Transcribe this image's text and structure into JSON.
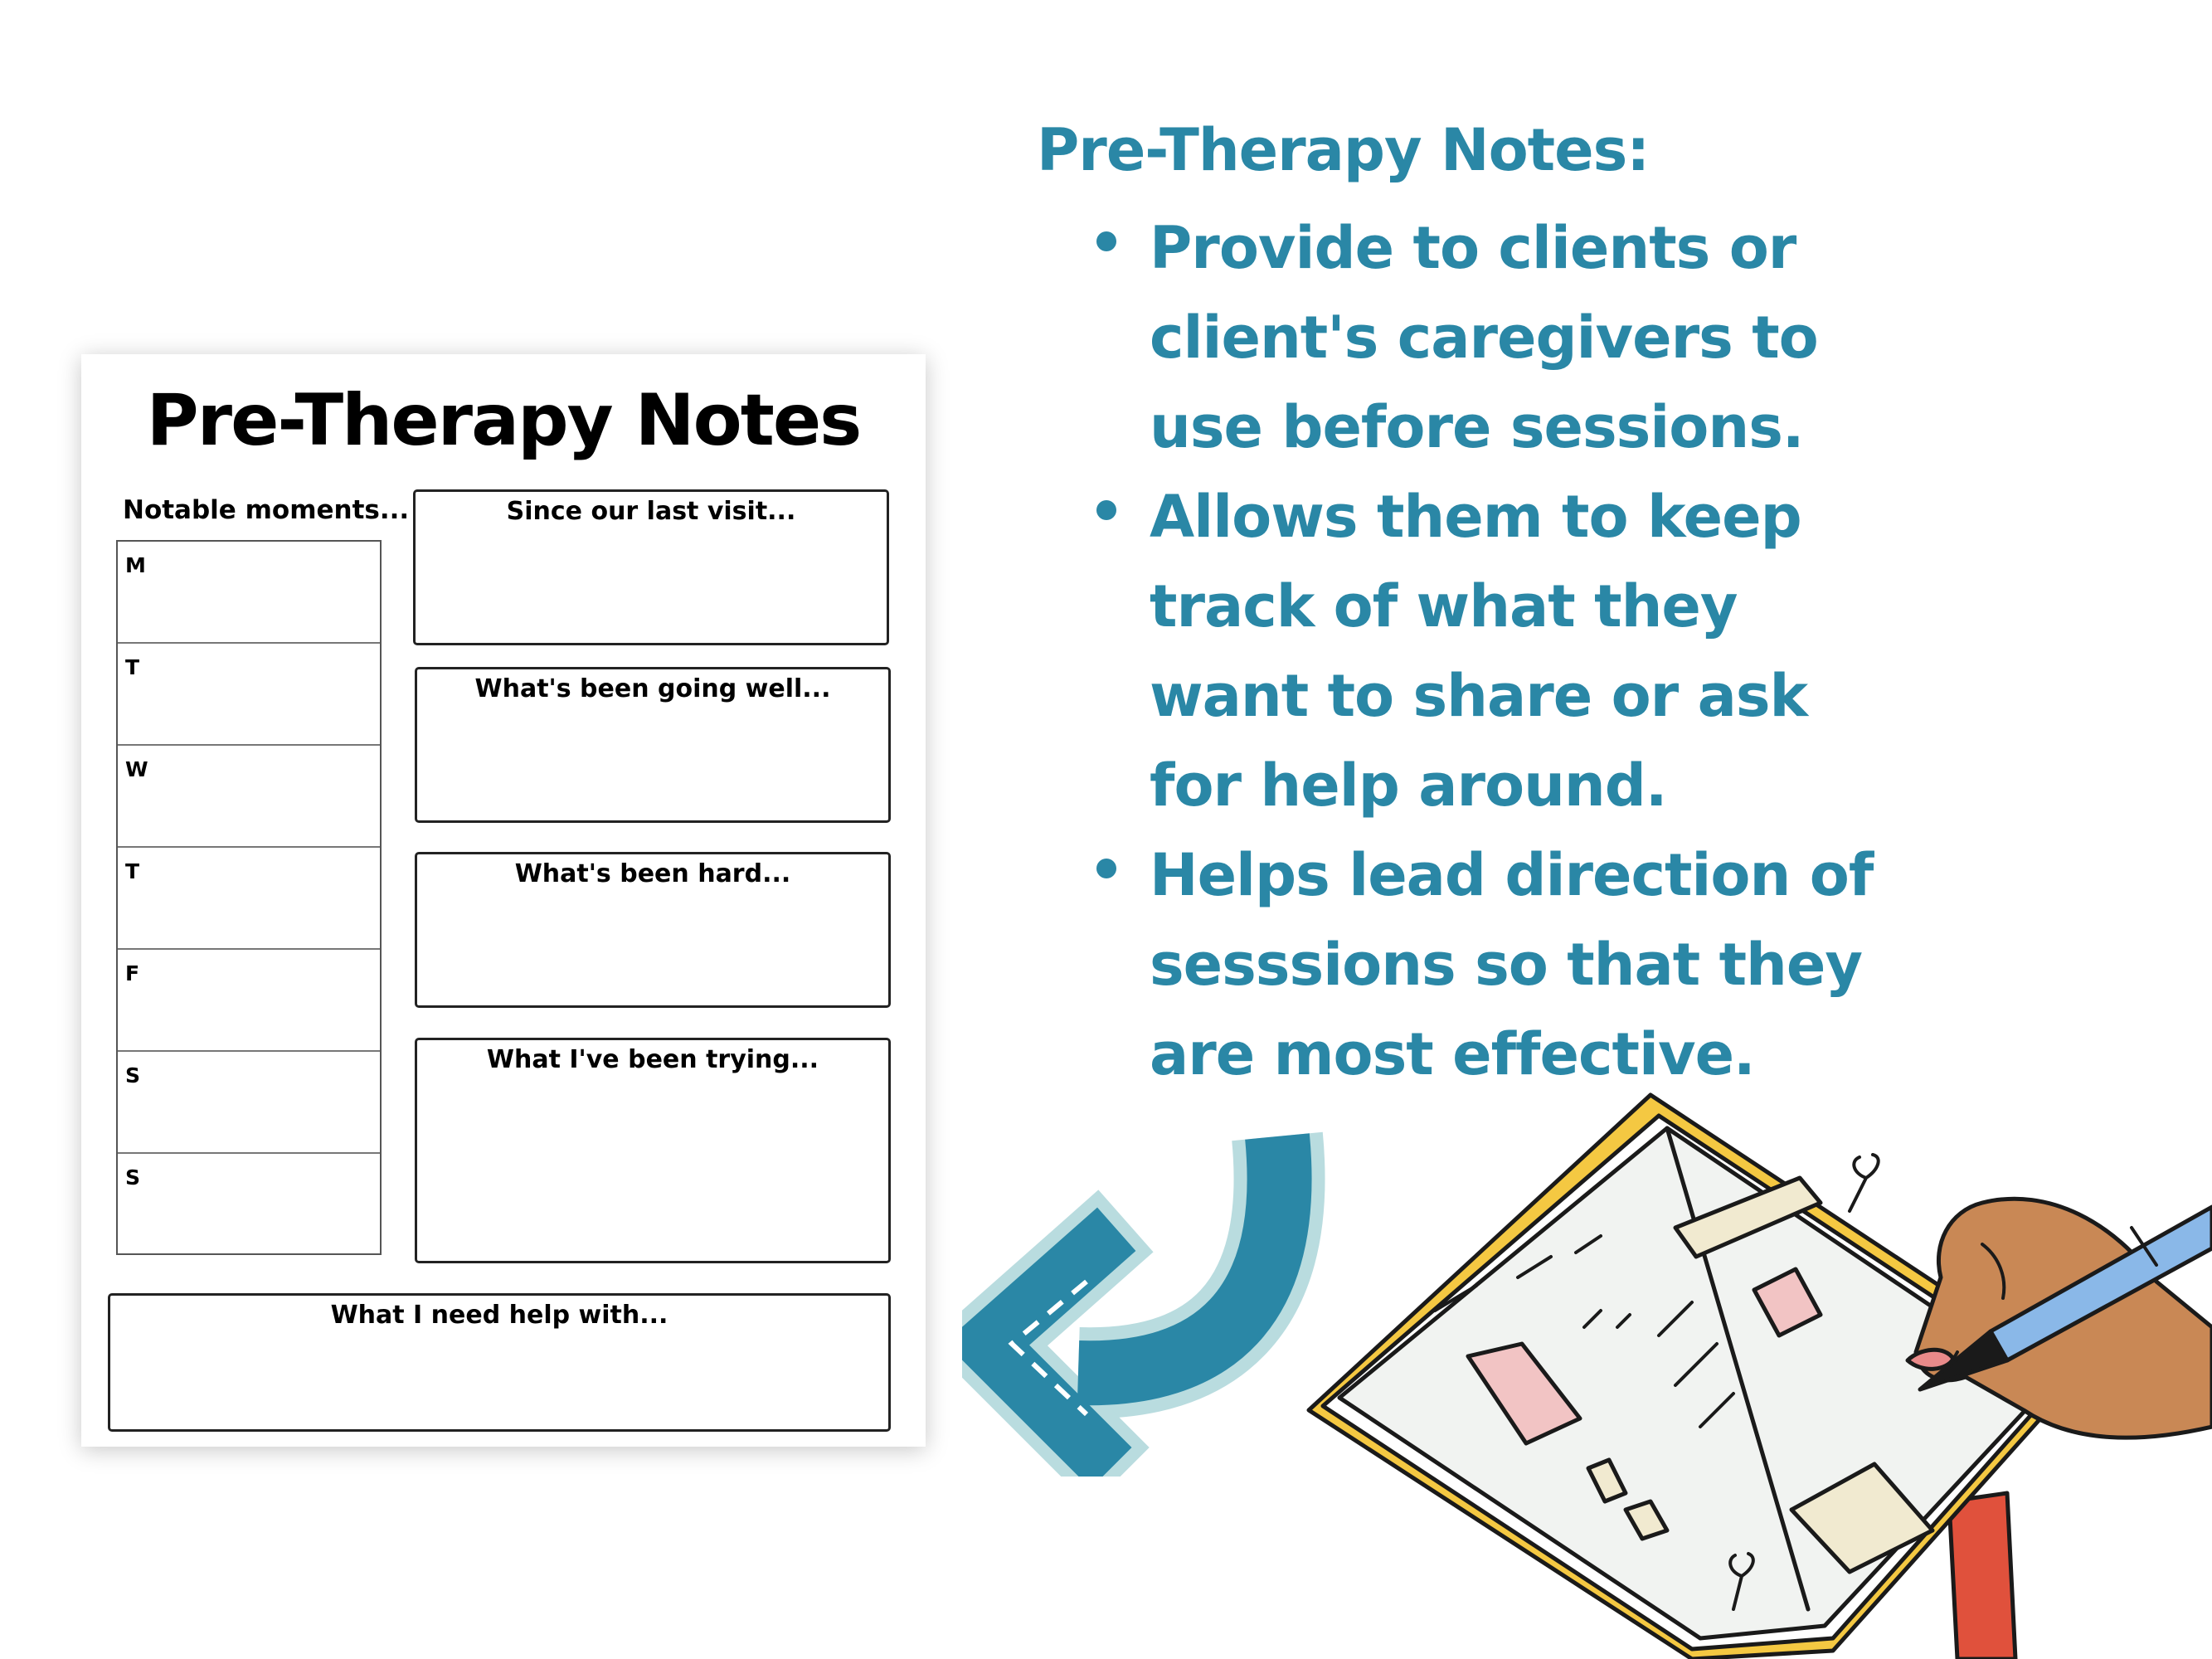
{
  "worksheet": {
    "title": "Pre-Therapy Notes",
    "days_heading": "Notable moments...",
    "days": [
      "M",
      "T",
      "W",
      "T",
      "F",
      "S",
      "S"
    ],
    "boxes": [
      "Since our last visit...",
      "What's been going well...",
      "What's been hard...",
      "What I've been trying..."
    ],
    "bottom_box": "What I need help with..."
  },
  "info": {
    "heading": "Pre-Therapy Notes:",
    "bullets": [
      [
        "Provide to clients or",
        "client's caregivers to",
        "use before sessions."
      ],
      [
        "Allows them to keep",
        "track of what they",
        "want to share or ask",
        "for help around."
      ],
      [
        "Helps lead direction of",
        "sesssions so that they",
        "are most effective."
      ]
    ]
  },
  "colors": {
    "accent": "#2a87a6",
    "arrow_outline": "#b9dcdf",
    "journal_cover": "#f4c842",
    "bookmark": "#e0513c",
    "skin": "#c98855",
    "pen": "#8ab8e8"
  },
  "icons": {
    "arrow": "curved-arrow-icon",
    "illustration": "hand-writing-in-journal"
  }
}
